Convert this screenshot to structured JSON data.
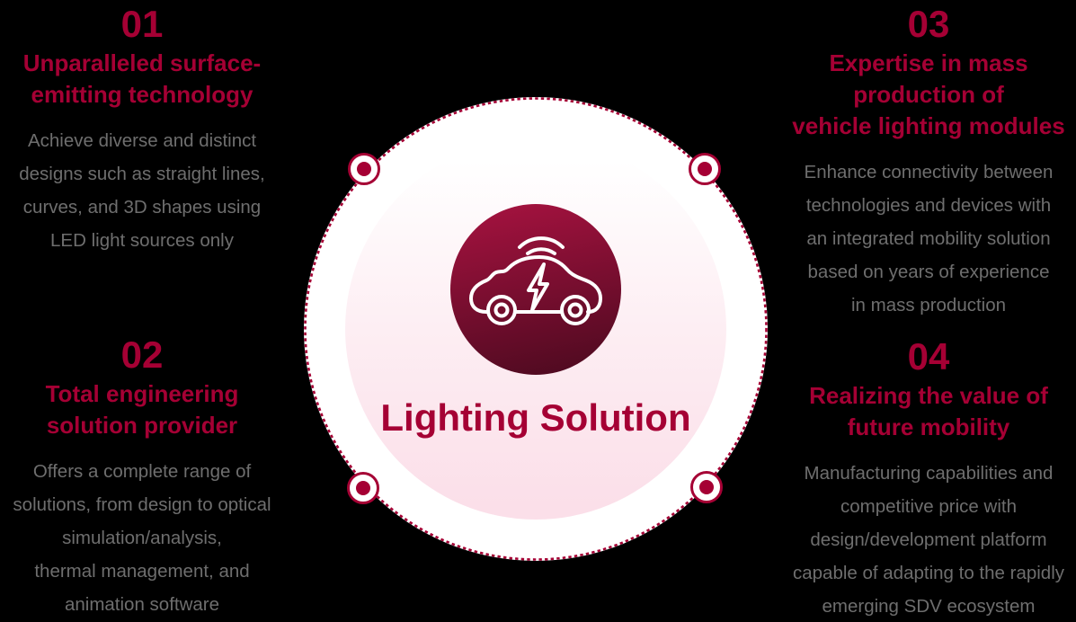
{
  "colors": {
    "accent": "#A50034",
    "icon_circle_gradient_top": "#A4123F",
    "icon_circle_gradient_bottom": "#4E0A20",
    "body_text_gray": "#6E6E6E",
    "inner_circle_pink": "#FBDFE9",
    "background": "#000000"
  },
  "center": {
    "title": "Lighting Solution",
    "icon": "connected-electric-car-icon"
  },
  "sections": [
    {
      "number": "01",
      "title": "Unparalleled surface-\nemitting technology",
      "body": "Achieve diverse and distinct\ndesigns such as straight lines,\ncurves, and 3D shapes using\nLED light sources only"
    },
    {
      "number": "02",
      "title": "Total engineering\nsolution provider",
      "body": "Offers a complete range of\nsolutions, from design to optical\nsimulation/analysis,\nthermal management, and\nanimation software"
    },
    {
      "number": "03",
      "title": "Expertise in mass\nproduction of\nvehicle lighting modules",
      "body": "Enhance connectivity between\ntechnologies and devices with\nan integrated mobility solution\nbased on years of experience\nin mass production"
    },
    {
      "number": "04",
      "title": "Realizing the value of\nfuture mobility",
      "body": "Manufacturing capabilities and\ncompetitive price with\ndesign/development platform\ncapable of adapting to the rapidly\nemerging SDV ecosystem"
    }
  ]
}
